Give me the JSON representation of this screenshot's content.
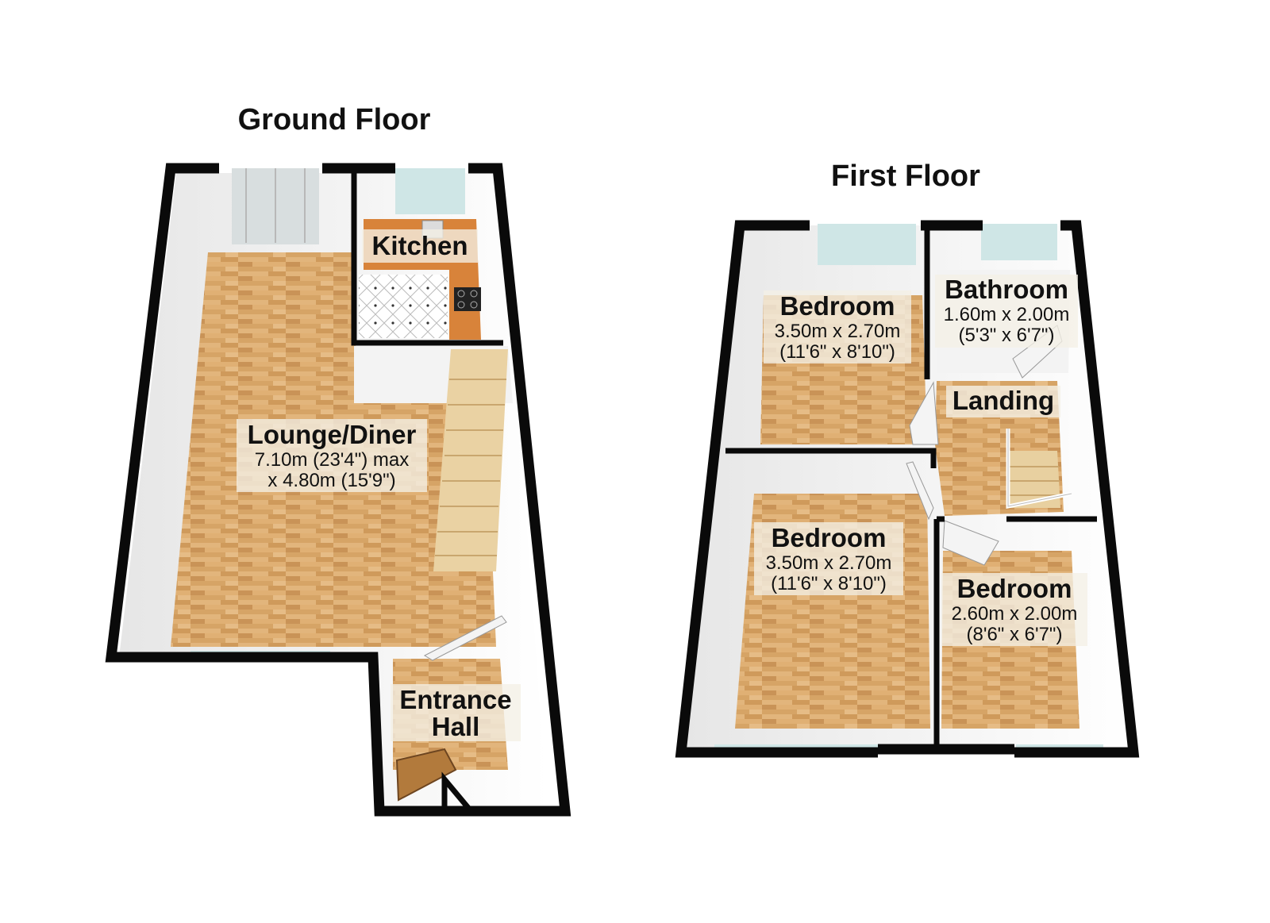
{
  "floors": [
    {
      "title": "Ground Floor",
      "rooms": [
        {
          "name": "Kitchen",
          "dims": []
        },
        {
          "name": "Lounge/Diner",
          "dims": [
            "7.10m (23'4\") max",
            "x 4.80m (15'9\")"
          ]
        },
        {
          "name": "Entrance",
          "name2": "Hall",
          "dims": []
        }
      ]
    },
    {
      "title": "First Floor",
      "rooms": [
        {
          "name": "Bedroom",
          "dims": [
            "3.50m x 2.70m",
            "(11'6\" x 8'10\")"
          ]
        },
        {
          "name": "Bathroom",
          "dims": [
            "1.60m x 2.00m",
            "(5'3\" x 6'7\")"
          ]
        },
        {
          "name": "Landing",
          "dims": []
        },
        {
          "name": "Bedroom",
          "dims": [
            "3.50m x 2.70m",
            "(11'6\" x 8'10\")"
          ]
        },
        {
          "name": "Bedroom",
          "dims": [
            "2.60m x 2.00m",
            "(8'6\" x 6'7\")"
          ]
        }
      ]
    }
  ],
  "colors": {
    "wall": "#0a0a0a",
    "floor_wood": "#d9a86c",
    "floor_wood_dark": "#c48d4f",
    "inner_wall": "#f2f2f2",
    "tile": "#ffffff",
    "worktop": "#d8833a",
    "window": "#cfe6e6"
  }
}
